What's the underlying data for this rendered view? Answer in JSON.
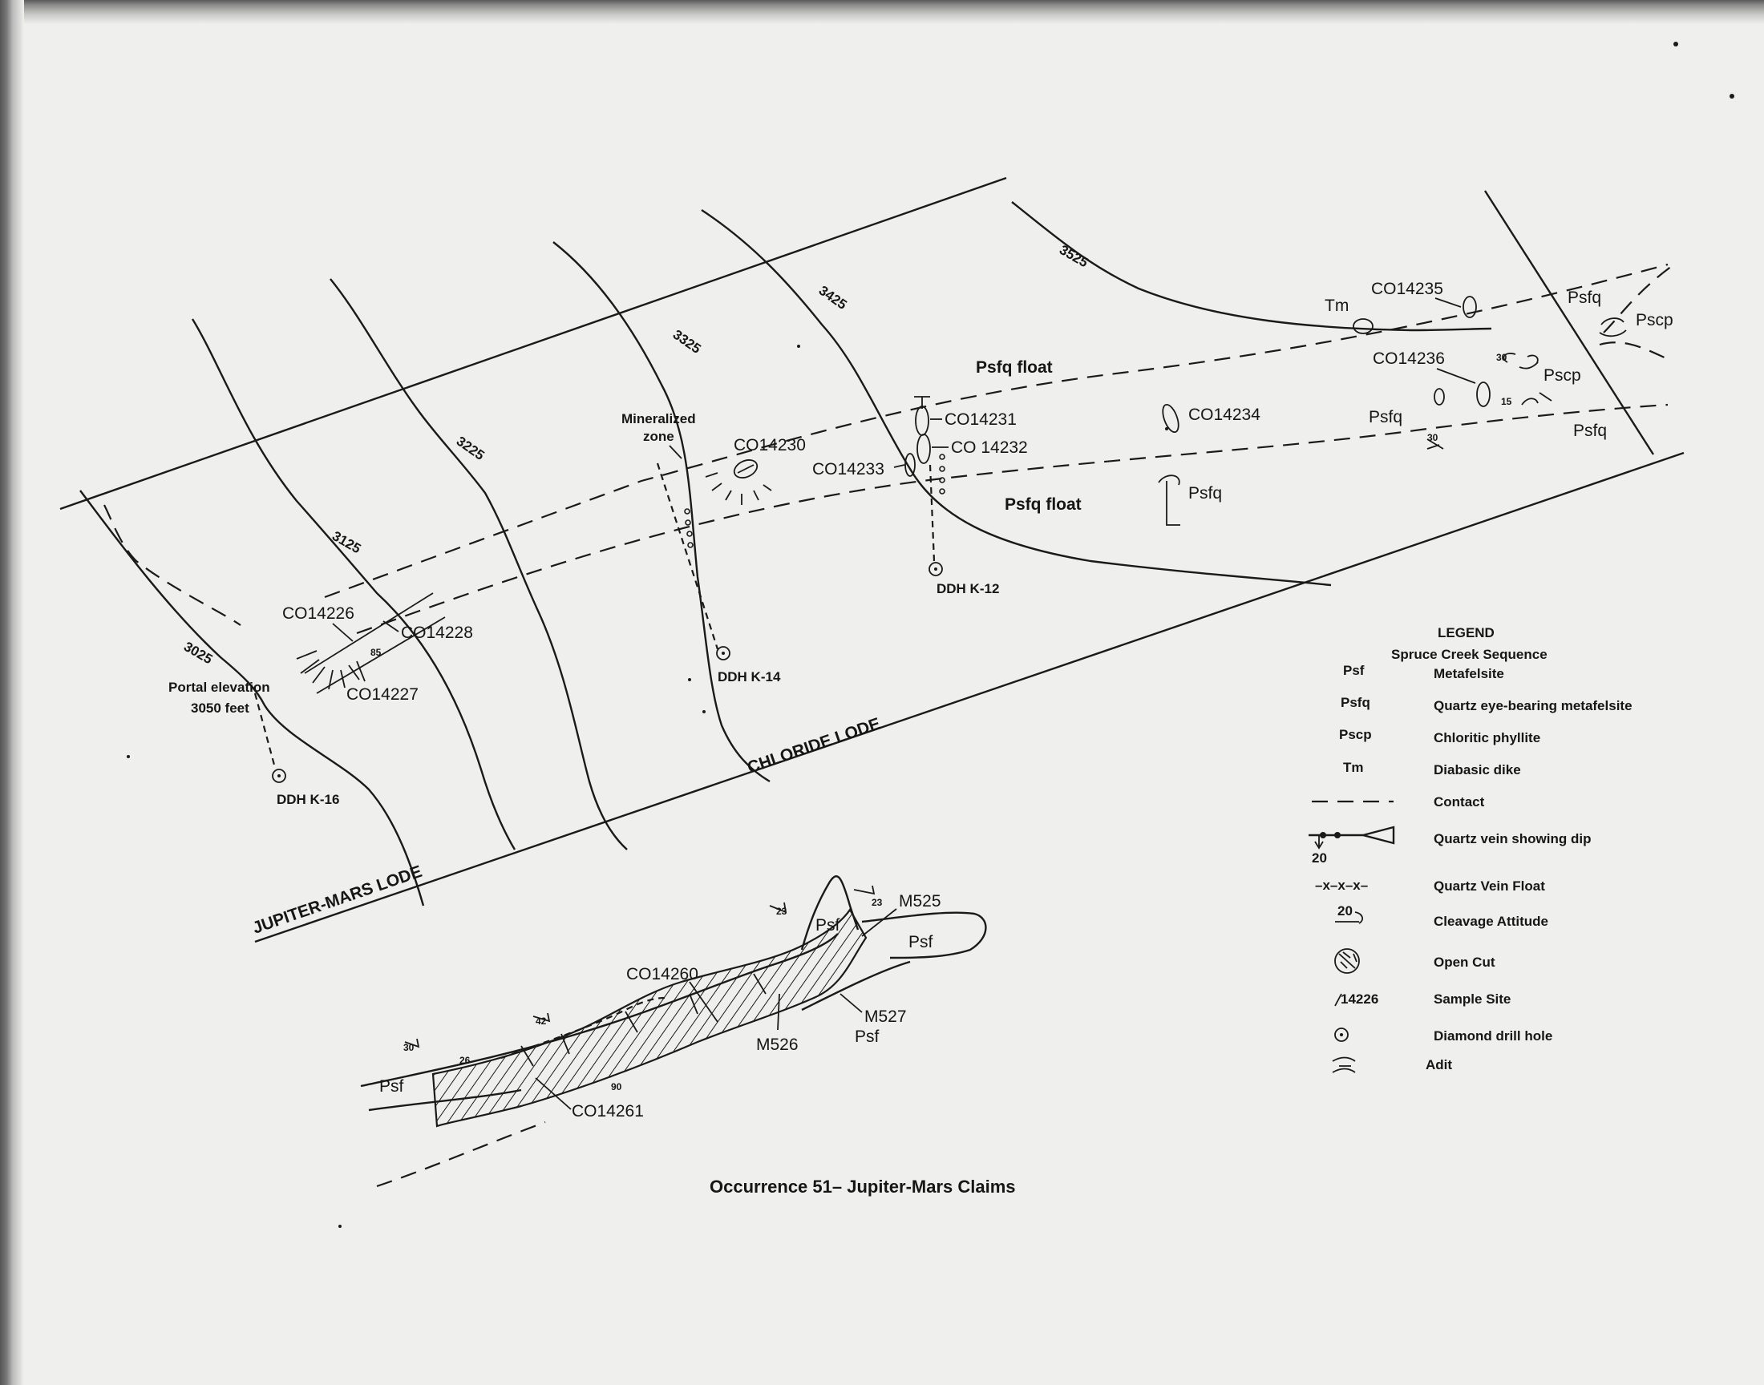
{
  "title": "Occurrence 51– Jupiter-Mars Claims",
  "lodes": {
    "jupiter_mars": "JUPITER-MARS LODE",
    "chloride": "CHLORIDE LODE"
  },
  "contours": [
    "3025",
    "3125",
    "3225",
    "3325",
    "3425",
    "3525"
  ],
  "portal": {
    "line1": "Portal elevation",
    "line2": "3050 feet"
  },
  "mineralized": {
    "line1": "Mineralized",
    "line2": "zone"
  },
  "drill_holes": [
    "DDH K-16",
    "DDH K-14",
    "DDH K-12"
  ],
  "samples": {
    "s14226": "CO14226",
    "s14227": "CO14227",
    "s14228": "CO14228",
    "s14230": "CO14230",
    "s14231": "CO14231",
    "s14232": "CO 14232",
    "s14233": "CO14233",
    "s14234": "CO14234",
    "s14235": "CO14235",
    "s14236": "CO14236",
    "s14260": "CO14260",
    "s14261": "CO14261"
  },
  "units": {
    "psfq_float": "Psfq float",
    "psfq": "Psfq",
    "pscp": "Pscp",
    "tm": "Tm",
    "psf": "Psf"
  },
  "attitudes": {
    "a85": "85",
    "a30": "30",
    "a15": "15",
    "a23": "23",
    "a42": "42",
    "a26": "26",
    "a90": "90"
  },
  "detail": {
    "m525": "M525",
    "m526": "M526",
    "m527": "M527"
  },
  "legend": {
    "title": "LEGEND",
    "subtitle": "Spruce Creek Sequence",
    "units": [
      {
        "code": "Psf",
        "desc": "Metafelsite"
      },
      {
        "code": "Psfq",
        "desc": "Quartz eye-bearing metafelsite"
      },
      {
        "code": "Pscp",
        "desc": "Chloritic phyllite"
      },
      {
        "code": "Tm",
        "desc": "Diabasic dike"
      }
    ],
    "symbols": {
      "contact": "Contact",
      "vein": "Quartz vein showing dip",
      "vein_dip": "20",
      "float_symbol": "–x–x–x–",
      "float": "Quartz Vein Float",
      "cleavage_num": "20",
      "cleavage": "Cleavage Attitude",
      "open_cut": "Open Cut",
      "sample_num": "14226",
      "sample": "Sample Site",
      "drill": "Diamond drill hole",
      "adit": "Adit"
    }
  }
}
